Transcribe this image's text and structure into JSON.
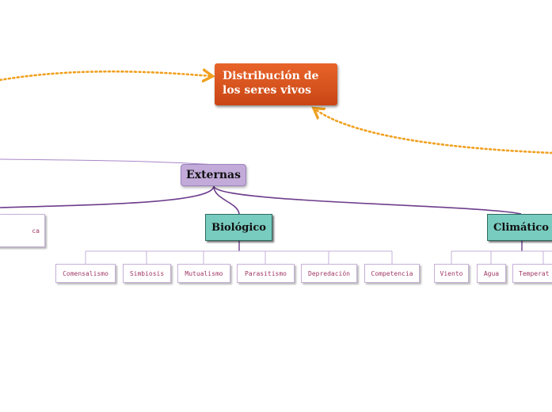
{
  "central": {
    "label": "Distribución de los seres vivos",
    "color": "#d4521c"
  },
  "externas": {
    "label": "Externas",
    "color": "#c2abd9"
  },
  "left_partial": {
    "label": "ca"
  },
  "biologico": {
    "label": "Biológico",
    "color": "#78cbbf",
    "children": [
      "Comensalismo",
      "Simbiosis",
      "Mutualismo",
      "Parasitismo",
      "Depredación",
      "Competencia"
    ]
  },
  "climatico": {
    "label": "Climático",
    "color": "#78cbbf",
    "children": [
      "Viento",
      "Agua",
      "Temperat"
    ]
  },
  "colors": {
    "relation_arrow": "#f0a020",
    "branch_line": "#6d3d8c",
    "sub_line": "#c6b0d8",
    "sub_text": "#a03864"
  }
}
